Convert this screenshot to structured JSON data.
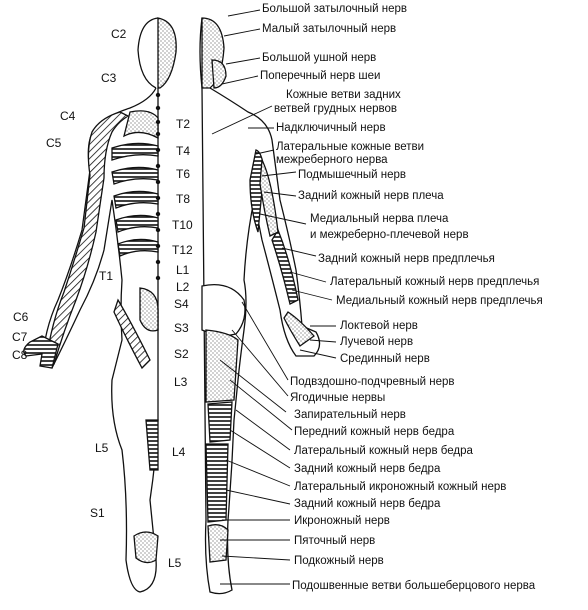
{
  "figure": {
    "segments": {
      "c2": "C2",
      "c3": "C3",
      "c4": "C4",
      "c5": "C5",
      "c6": "C6",
      "c7": "C7",
      "c8": "C8",
      "t1": "T1",
      "t2": "T2",
      "t4": "T4",
      "t6": "T6",
      "t8": "T8",
      "t10": "T10",
      "t12": "T12",
      "l1": "L1",
      "l2": "L2",
      "l3": "L3",
      "l4": "L4",
      "l5a": "L5",
      "l5b": "L5",
      "s1": "S1",
      "s2": "S2",
      "s3": "S3",
      "s4": "S4"
    },
    "nerves": [
      "Большой затылочный нерв",
      "Малый затылочный нерв",
      "Большой ушной нерв",
      "Поперечный нерв шеи",
      "Кожные ветви задних",
      "ветвей грудных нервов",
      "Надключичный нерв",
      "Латеральные кожные ветви",
      "межреберного нерва",
      "Подмышечный нерв",
      "Задний кожный нерв плеча",
      "Медиальный нерва плеча",
      "и межреберно-плечевой нерв",
      "Задний кожный нерв предплечья",
      "Латеральный кожный нерв предплечья",
      "Медиальный кожный нерв предплечья",
      "Локтевой нерв",
      "Лучевой нерв",
      "Срединный нерв",
      "Подвздошно-подчревный нерв",
      "Ягодичные нервы",
      "Запирательный нерв",
      "Передний кожный нерв бедра",
      "Латеральный кожный нерв бедра",
      "Задний кожный нерв бедра",
      "Латеральный икроножный кожный нерв",
      "Задний кожный нерв бедра",
      "Икроножный нерв",
      "Пяточный нерв",
      "Подкожный нерв",
      "Подошвенные ветви большеберцового нерва"
    ]
  }
}
